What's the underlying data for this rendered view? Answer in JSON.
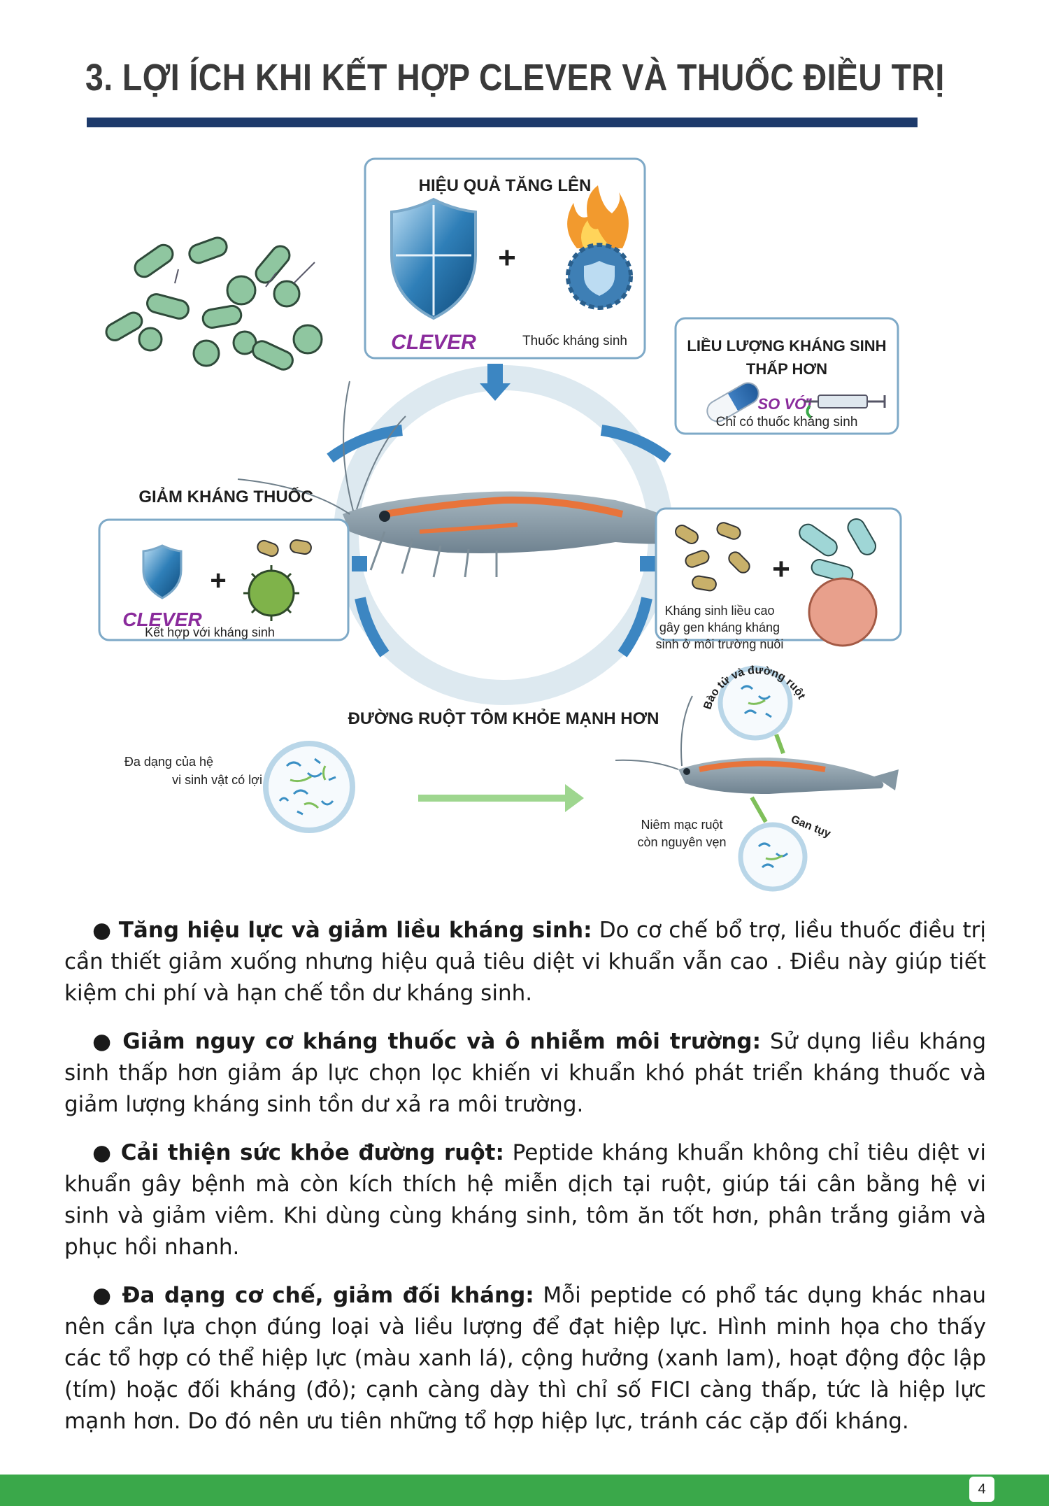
{
  "header": {
    "title": "3. LỢI ÍCH KHI KẾT HỢP CLEVER VÀ THUỐC ĐIỀU TRỊ"
  },
  "diagram": {
    "effect_box": {
      "heading": "HIỆU QUẢ TĂNG LÊN",
      "brand": "CLEVER",
      "plus": "+",
      "caption": "Thuốc kháng sinh"
    },
    "dose_box": {
      "heading_line1": "LIỀU LƯỢNG KHÁNG SINH",
      "heading_line2": "THẤP HƠN",
      "compare": "SO VỚI",
      "caption": "Chỉ có thuốc kháng sinh"
    },
    "resist": {
      "heading": "GIẢM KHÁNG THUỐC"
    },
    "combine_box": {
      "brand": "CLEVER",
      "plus": "+",
      "caption": "Kết hợp với kháng sinh"
    },
    "high_dose_box": {
      "plus": "+",
      "line1": "Kháng sinh liều cao",
      "line2": "gây gen kháng kháng",
      "line3": "sinh ở môi trường nuôi"
    },
    "gut": {
      "heading": "ĐƯỜNG RUỘT TÔM KHỎE MẠNH HƠN",
      "diversity_line1": "Đa dạng của hệ",
      "diversity_line2": "vi sinh vật có lợi",
      "spore_label": "Bào tử và đường ruột",
      "mucosa_line1": "Niêm mạc ruột",
      "mucosa_line2": "còn nguyên vẹn",
      "liver_label": "Gan tụy"
    }
  },
  "paragraphs": [
    {
      "bullet": "●",
      "lead": "Tăng hiệu lực và giảm liều kháng sinh:",
      "text": " Do cơ chế bổ trợ, liều thuốc điều trị cần thiết giảm xuống nhưng hiệu quả tiêu diệt vi khuẩn vẫn cao . Điều này giúp tiết kiệm chi phí và hạn chế tồn dư kháng sinh."
    },
    {
      "bullet": "●",
      "lead": "Giảm nguy cơ kháng thuốc và ô nhiễm môi trường:",
      "text": " Sử dụng liều kháng sinh thấp hơn giảm áp lực chọn lọc khiến vi khuẩn khó phát triển kháng thuốc và giảm lượng kháng sinh tồn dư xả ra môi trường."
    },
    {
      "bullet": "●",
      "lead": "Cải thiện sức khỏe đường ruột:",
      "text": " Peptide kháng khuẩn không chỉ tiêu diệt vi khuẩn gây bệnh mà còn kích thích hệ miễn dịch tại ruột, giúp tái cân bằng hệ vi sinh và giảm viêm. Khi dùng cùng kháng sinh, tôm ăn tốt hơn, phân trắng giảm và phục hồi nhanh."
    },
    {
      "bullet": "●",
      "lead": "Đa dạng cơ chế, giảm đối kháng:",
      "text": " Mỗi peptide có phổ tác dụng khác nhau nên cần lựa chọn đúng loại và liều lượng để đạt hiệp lực. Hình minh họa cho thấy các tổ hợp có thể hiệp lực (màu xanh lá), cộng hưởng (xanh lam), hoạt động độc lập (tím) hoặc đối kháng (đỏ); cạnh càng dày thì chỉ số FICI càng thấp, tức là hiệp lực mạnh hơn. Do đó nên ưu tiên những tổ hợp hiệp lực, tránh các cặp đối kháng."
    }
  ],
  "footer": {
    "page_number": "4"
  },
  "colors": {
    "rule": "#1d3a6b",
    "footer": "#3aa84a",
    "brand": "#8a2b9c",
    "shrimp_gut": "#e8743b"
  }
}
